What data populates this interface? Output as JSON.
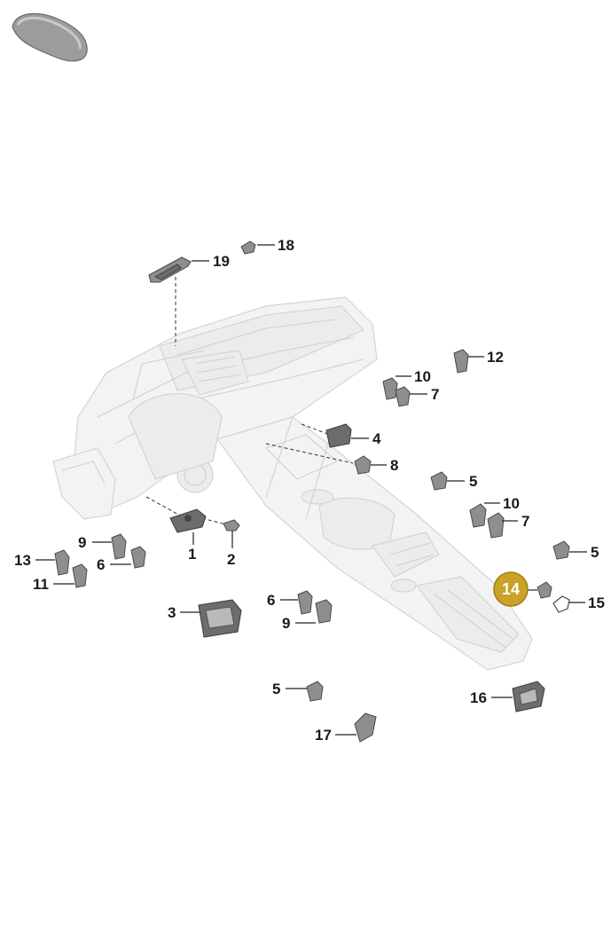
{
  "callouts": [
    {
      "id": "c1",
      "label": "1"
    },
    {
      "id": "c2",
      "label": "2"
    },
    {
      "id": "c3",
      "label": "3"
    },
    {
      "id": "c4",
      "label": "4"
    },
    {
      "id": "c5a",
      "label": "5"
    },
    {
      "id": "c5b",
      "label": "5"
    },
    {
      "id": "c5c",
      "label": "5"
    },
    {
      "id": "c6a",
      "label": "6"
    },
    {
      "id": "c6b",
      "label": "6"
    },
    {
      "id": "c7a",
      "label": "7"
    },
    {
      "id": "c7b",
      "label": "7"
    },
    {
      "id": "c8",
      "label": "8"
    },
    {
      "id": "c9a",
      "label": "9"
    },
    {
      "id": "c9b",
      "label": "9"
    },
    {
      "id": "c10a",
      "label": "10"
    },
    {
      "id": "c10b",
      "label": "10"
    },
    {
      "id": "c11",
      "label": "11"
    },
    {
      "id": "c12",
      "label": "12"
    },
    {
      "id": "c13",
      "label": "13"
    },
    {
      "id": "c14",
      "label": "14",
      "highlighted": true
    },
    {
      "id": "c15",
      "label": "15"
    },
    {
      "id": "c16",
      "label": "16"
    },
    {
      "id": "c17",
      "label": "17"
    },
    {
      "id": "c18",
      "label": "18"
    },
    {
      "id": "c19",
      "label": "19"
    }
  ],
  "colors": {
    "highlight_fill": "#c9a227",
    "highlight_stroke": "#a07d10",
    "label_text": "#1a1a1a",
    "ghost_fill": "#f3f3f3",
    "part_fill": "#8e8e8e"
  }
}
